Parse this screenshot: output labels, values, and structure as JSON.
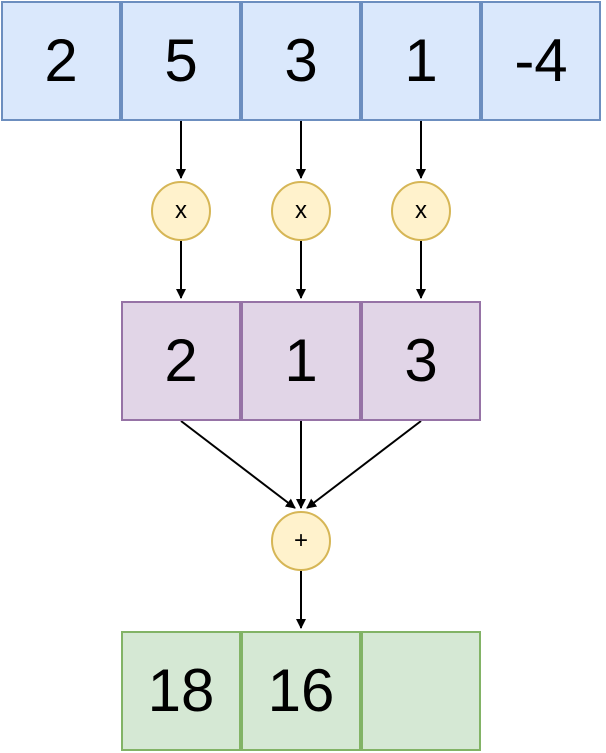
{
  "input_row": [
    "2",
    "5",
    "3",
    "1",
    "-4"
  ],
  "multiply_ops": [
    "x",
    "x",
    "x"
  ],
  "kernel_row": [
    "2",
    "1",
    "3"
  ],
  "sum_op": "+",
  "output_row": [
    "18",
    "16",
    ""
  ],
  "colors": {
    "input_fill": "#dae8fc",
    "input_border": "#6c8ebf",
    "kernel_fill": "#e1d5e7",
    "kernel_border": "#9673a6",
    "output_fill": "#d5e8d4",
    "output_border": "#82b366",
    "op_fill": "#fff2cc",
    "op_border": "#d6b656",
    "arrow": "#000000"
  }
}
